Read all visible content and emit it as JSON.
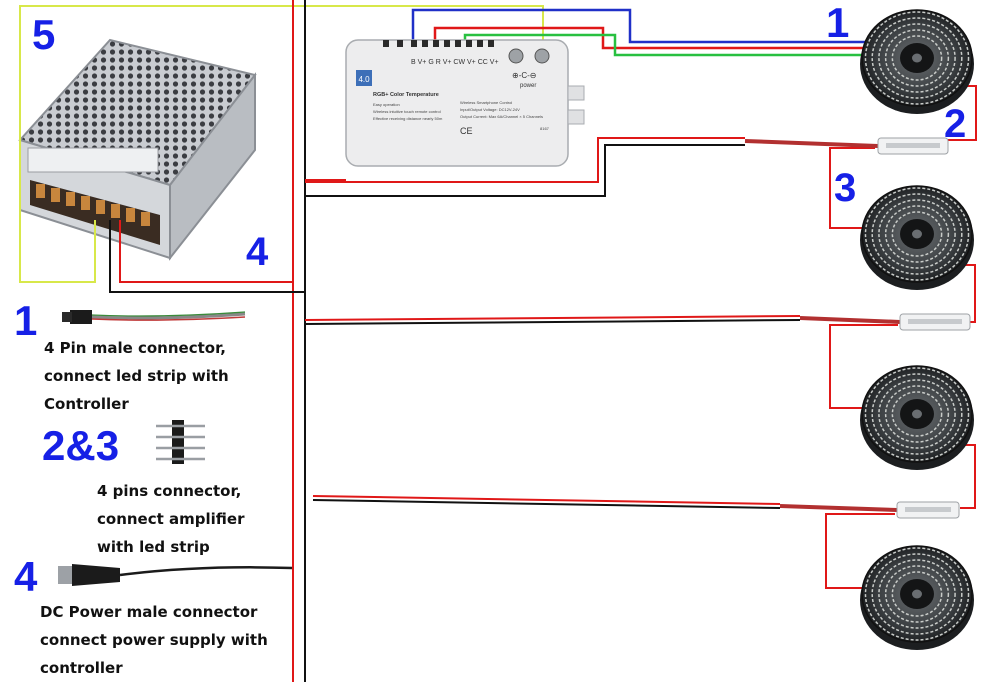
{
  "callouts": {
    "power_supply": "5",
    "controller_cable": "4",
    "strip_one": "1",
    "amplifier_one": "2",
    "strip_two": "3"
  },
  "legend": {
    "item1": {
      "number": "1",
      "text": "4 Pin male connector,\nconnect led strip with\nController"
    },
    "item2": {
      "number": "2&3",
      "text": "4 pins connector,\nconnect amplifier\nwith led strip"
    },
    "item3": {
      "number": "4",
      "text": "DC Power male connector\nconnect power supply with\ncontroller"
    }
  },
  "controller": {
    "terminal_labels": "B V+ G R V+ CW V+ CC V+",
    "power_label": "power",
    "polarity_label": "⊕-C-⊖",
    "brand_label": "4.0",
    "title": "RGB+ Color Temperature",
    "left_lines": [
      "Easy operation",
      "Wireless intuitive touch remote control",
      "Effective receiving distance nearly 50m"
    ],
    "right_lines": [
      "Wireless Smartphone Control",
      "Input/Output Voltage: DC12V-24V",
      "Output Current: Max 6A/Channel × 5 Channels"
    ],
    "marks": "CE",
    "model": "8167"
  },
  "colors": {
    "callout_blue": "#1620e6",
    "wire_red": "#e01818",
    "wire_black": "#111111",
    "wire_yellow": "#d8e84a",
    "wire_blue": "#2030c8",
    "wire_green": "#28c040",
    "background": "#ffffff"
  },
  "icons": {
    "power_supply": "switching-power-supply-icon",
    "controller": "rgb-controller-box-icon",
    "strip_reel": "led-strip-reel-icon",
    "amplifier": "signal-amplifier-icon",
    "connector_4pin_male": "four-pin-male-connector-icon",
    "connector_4pin": "four-pin-connector-icon",
    "dc_plug": "dc-power-plug-icon"
  }
}
